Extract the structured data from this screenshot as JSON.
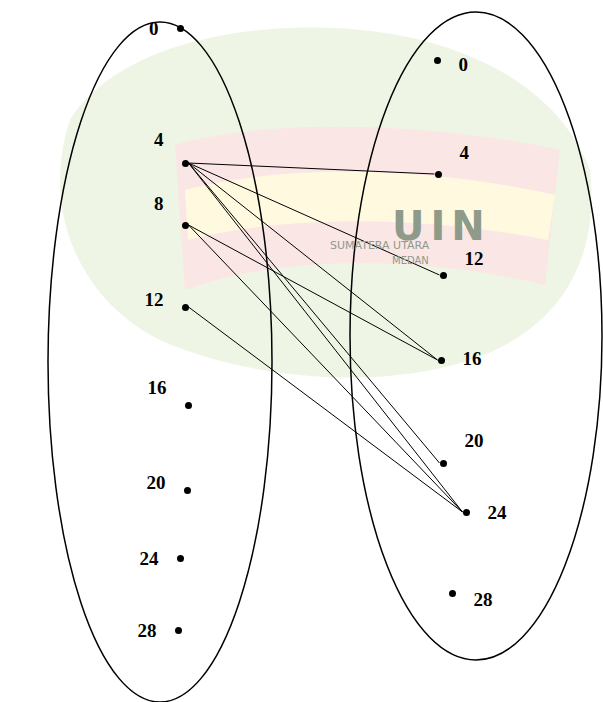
{
  "diagram": {
    "nodes": [
      {
        "text": [
          "0"
        ]
      },
      {
        "text": [
          "4"
        ]
      },
      {
        "text": [
          "8"
        ]
      },
      {
        "text": [
          "12"
        ]
      },
      {
        "text": [
          "16"
        ]
      },
      {
        "text": [
          "20"
        ]
      },
      {
        "text": [
          "24"
        ]
      },
      {
        "text": [
          "28"
        ]
      },
      {
        "text": [
          "0"
        ]
      },
      {
        "text": [
          "4"
        ]
      },
      {
        "text": [
          "12"
        ]
      },
      {
        "text": [
          "16"
        ]
      },
      {
        "text": [
          "20"
        ]
      },
      {
        "text": [
          "24"
        ]
      },
      {
        "text": [
          "28"
        ]
      }
    ],
    "edges": [
      {
        "from": 1,
        "to": 9,
        "arrow": "none"
      },
      {
        "from": 1,
        "to": 10,
        "arrow": "none"
      },
      {
        "from": 1,
        "to": 11,
        "arrow": "none"
      },
      {
        "from": 1,
        "to": 12,
        "arrow": "none"
      },
      {
        "from": 1,
        "to": 13,
        "arrow": "none"
      },
      {
        "from": 2,
        "to": 11,
        "arrow": "none"
      },
      {
        "from": 2,
        "to": 13,
        "arrow": "none"
      },
      {
        "from": 3,
        "to": 13,
        "arrow": "none"
      }
    ],
    "labels": [
      "UIN",
      "SUMATERA UTARA",
      "MEDAN"
    ]
  }
}
